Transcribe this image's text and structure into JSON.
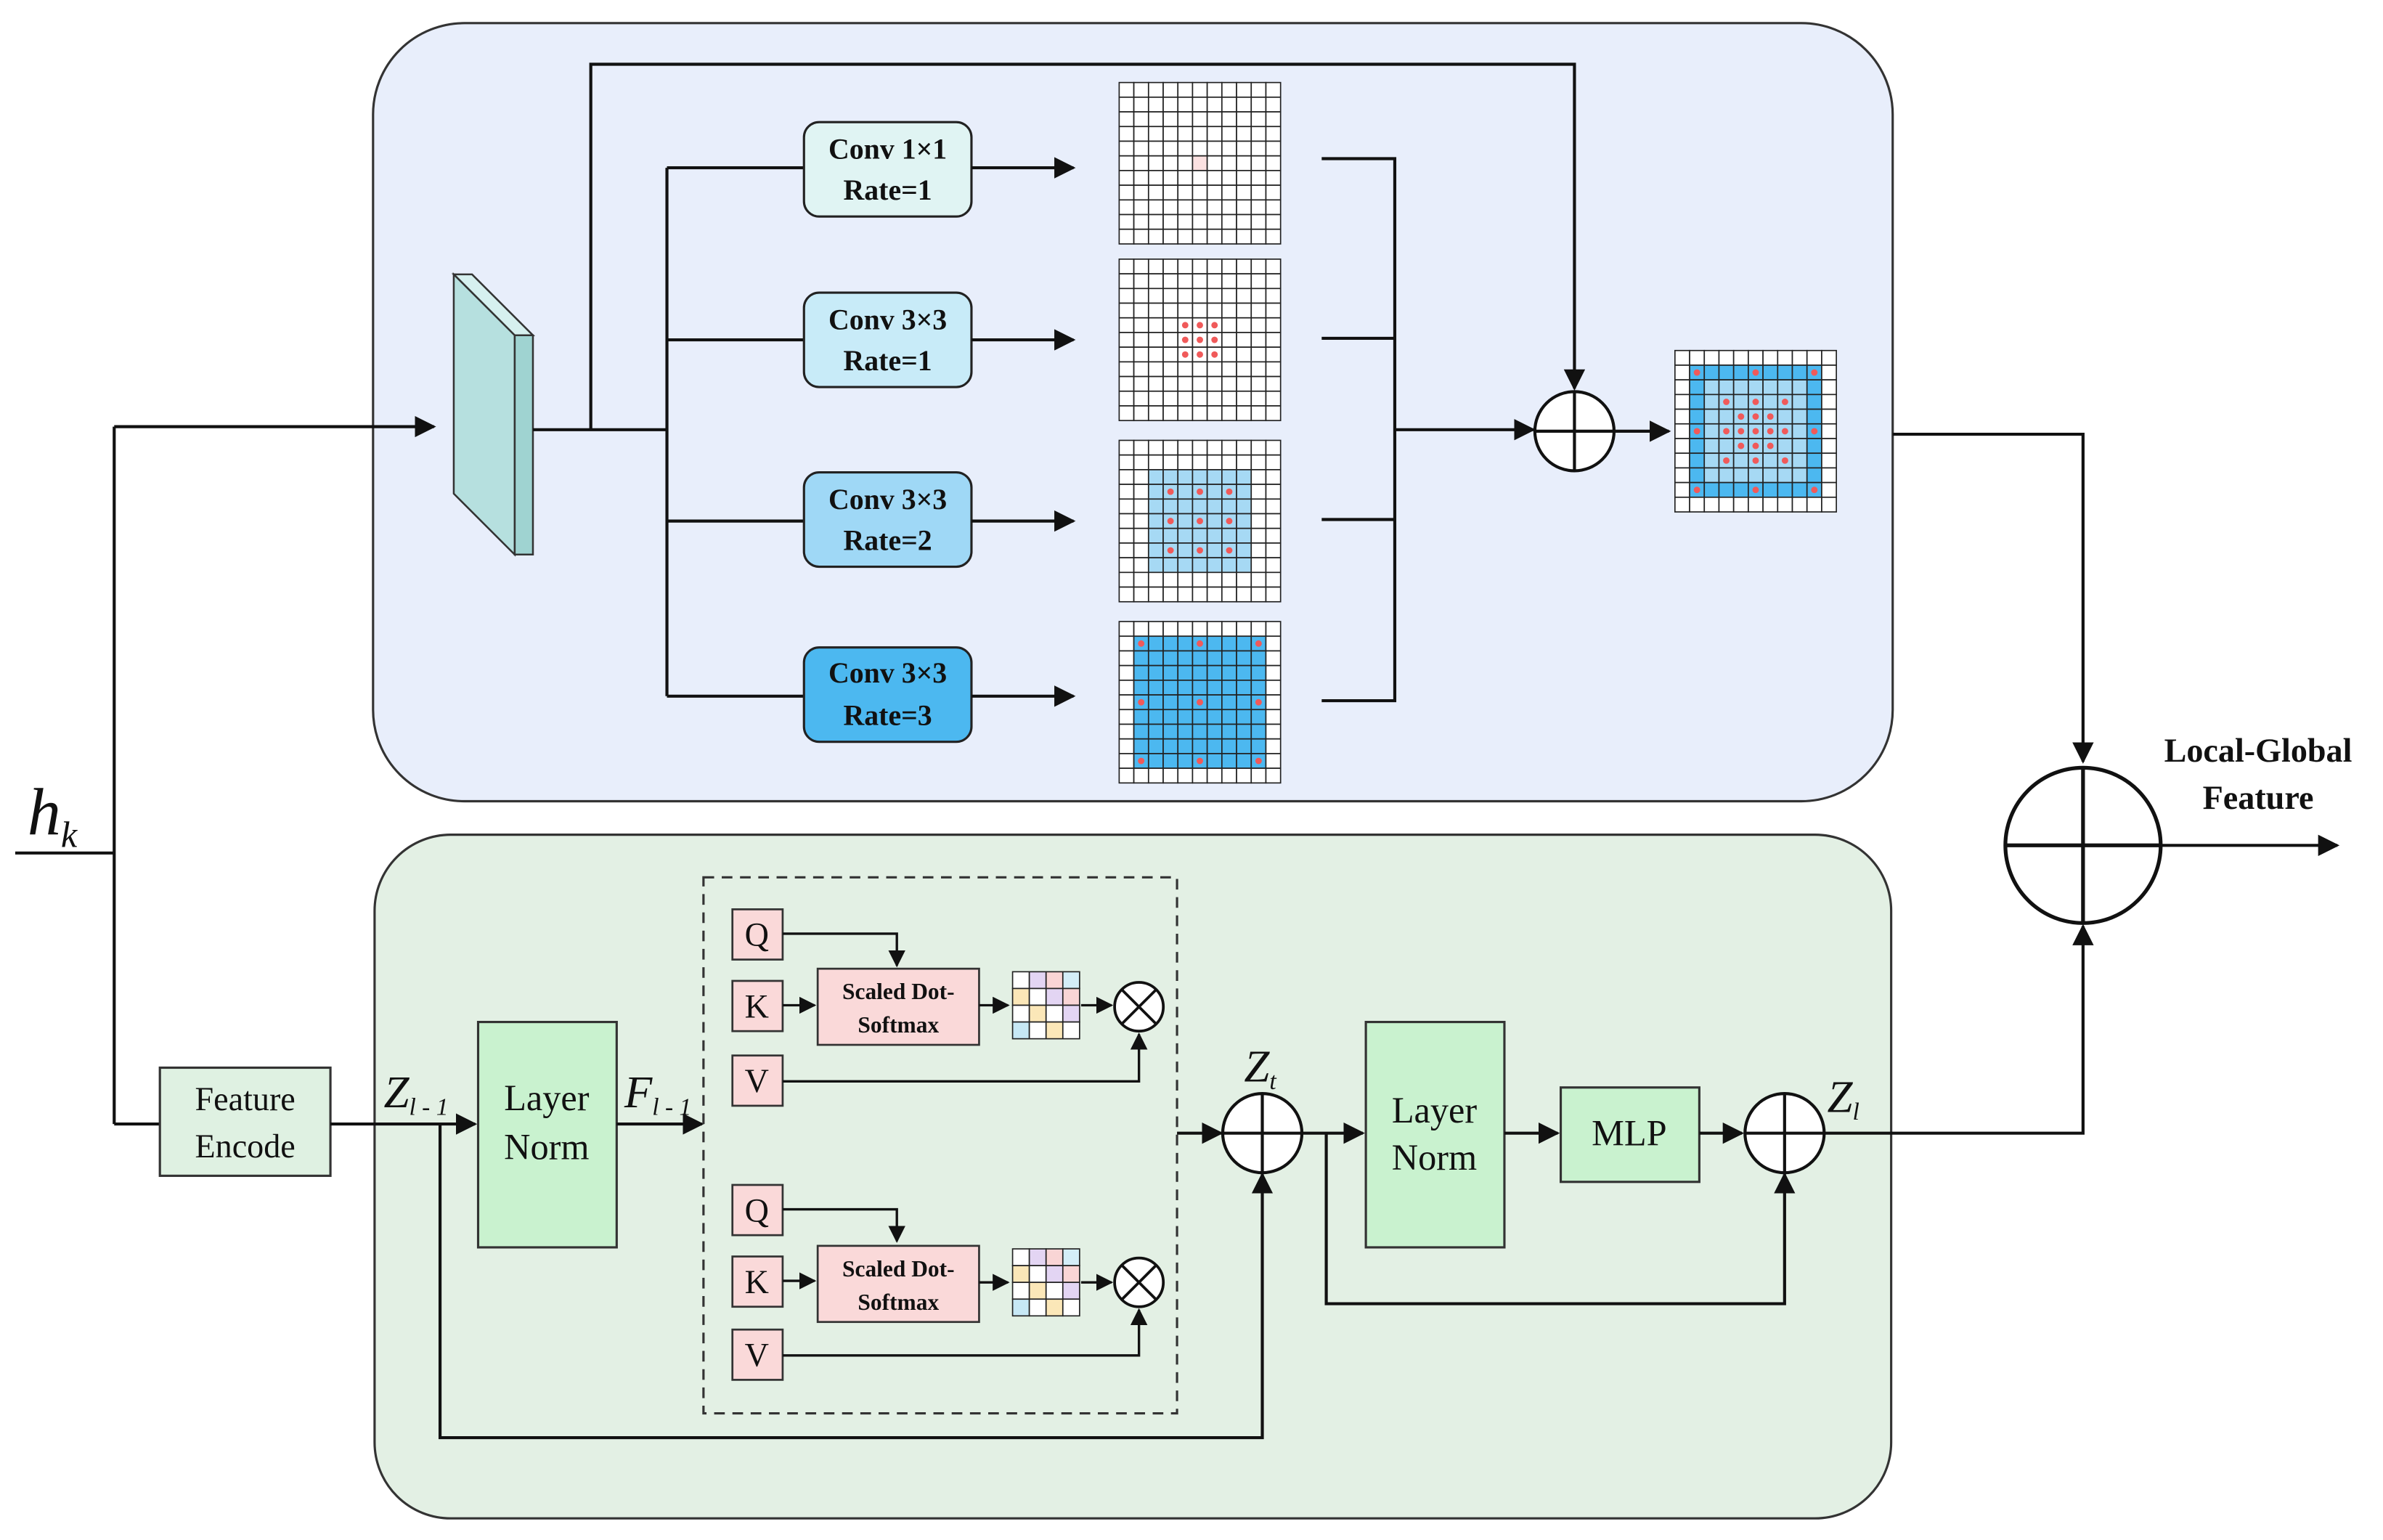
{
  "input_label": {
    "main": "h",
    "sub": "k"
  },
  "output_label": {
    "line1": "Local-Global",
    "line2": "Feature"
  },
  "conv_branches": [
    {
      "line1": "Conv 1×1",
      "line2": "Rate=1",
      "color": "#e0f4f3"
    },
    {
      "line1": "Conv 3×3",
      "line2": "Rate=1",
      "color": "#c8ebf8"
    },
    {
      "line1": "Conv 3×3",
      "line2": "Rate=2",
      "color": "#9fd8f6"
    },
    {
      "line1": "Conv 3×3",
      "line2": "Rate=3",
      "color": "#4cb8f0"
    }
  ],
  "feature_encode": {
    "line1": "Feature",
    "line2": "Encode"
  },
  "layer_norm": {
    "line1": "Layer",
    "line2": "Norm"
  },
  "mlp": "MLP",
  "attention_heads": [
    {
      "q": "Q",
      "k": "K",
      "v": "V",
      "op_line1": "Scaled Dot-",
      "op_line2": "Softmax"
    },
    {
      "q": "Q",
      "k": "K",
      "v": "V",
      "op_line1": "Scaled Dot-",
      "op_line2": "Softmax"
    }
  ],
  "symbols": {
    "z_prev": {
      "main": "Z",
      "sub": "l - 1"
    },
    "f_prev": {
      "main": "F",
      "sub": "l - 1"
    },
    "z_t": {
      "main": "Z",
      "sub": "t"
    },
    "z_l": {
      "main": "Z",
      "sub": "l"
    }
  },
  "colors": {
    "top_panel": "#e8eefb",
    "bottom_panel": "#e3f0e4",
    "green_block": "#c9f2cf",
    "pink_block": "#fad9d9",
    "grid_fill": "#4cb8f0",
    "grid_fill_light": "#a6d9f4",
    "dot": "#f05a5a",
    "feature_block": "#b6e0df"
  }
}
